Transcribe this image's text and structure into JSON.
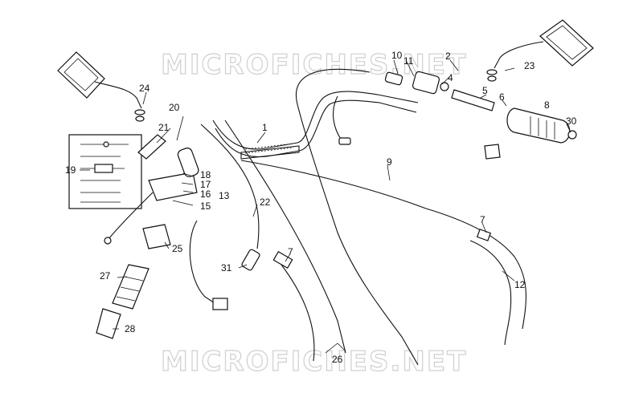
{
  "watermarks": [
    "MICROFICHES.NET",
    "MICROFICHES.NET"
  ],
  "callouts": [
    "1",
    "2",
    "4",
    "5",
    "6",
    "7",
    "7",
    "8",
    "9",
    "10",
    "11",
    "12",
    "13",
    "15",
    "16",
    "17",
    "18",
    "19",
    "20",
    "21",
    "22",
    "23",
    "24",
    "25",
    "26",
    "27",
    "28",
    "30",
    "31"
  ]
}
